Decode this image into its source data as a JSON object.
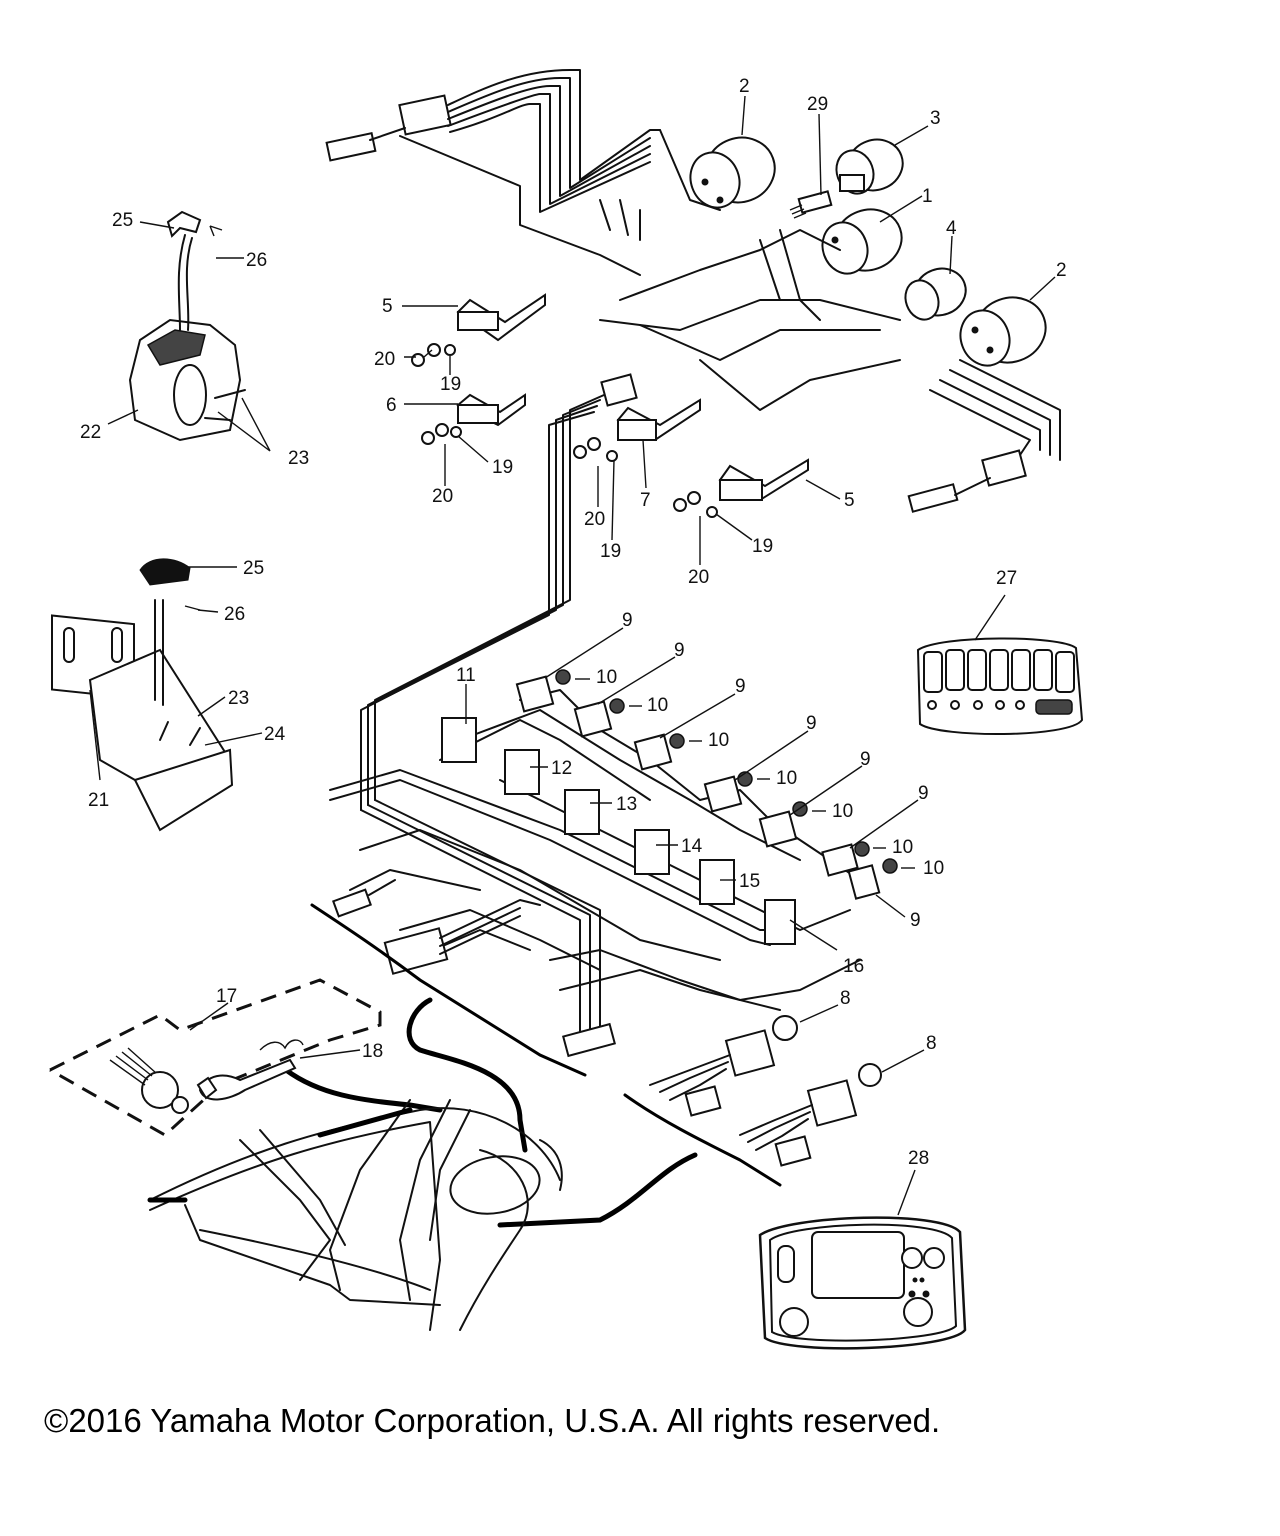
{
  "diagram": {
    "callouts": [
      "1",
      "2",
      "2",
      "3",
      "4",
      "5",
      "5",
      "6",
      "7",
      "8",
      "8",
      "9",
      "9",
      "9",
      "9",
      "9",
      "9",
      "9",
      "10",
      "10",
      "10",
      "10",
      "10",
      "10",
      "10",
      "11",
      "12",
      "13",
      "14",
      "15",
      "16",
      "17",
      "18",
      "19",
      "19",
      "19",
      "19",
      "20",
      "20",
      "20",
      "20",
      "21",
      "22",
      "23",
      "23",
      "24",
      "25",
      "25",
      "26",
      "26",
      "27",
      "28",
      "29"
    ],
    "icons": [
      "gauge-icon",
      "connector-icon",
      "bracket-icon",
      "switch-icon",
      "nut-icon",
      "panel-icon",
      "throttle-lever-icon",
      "wrench-icon"
    ]
  },
  "copyright": "©2016 Yamaha Motor Corporation, U.S.A. All rights reserved."
}
